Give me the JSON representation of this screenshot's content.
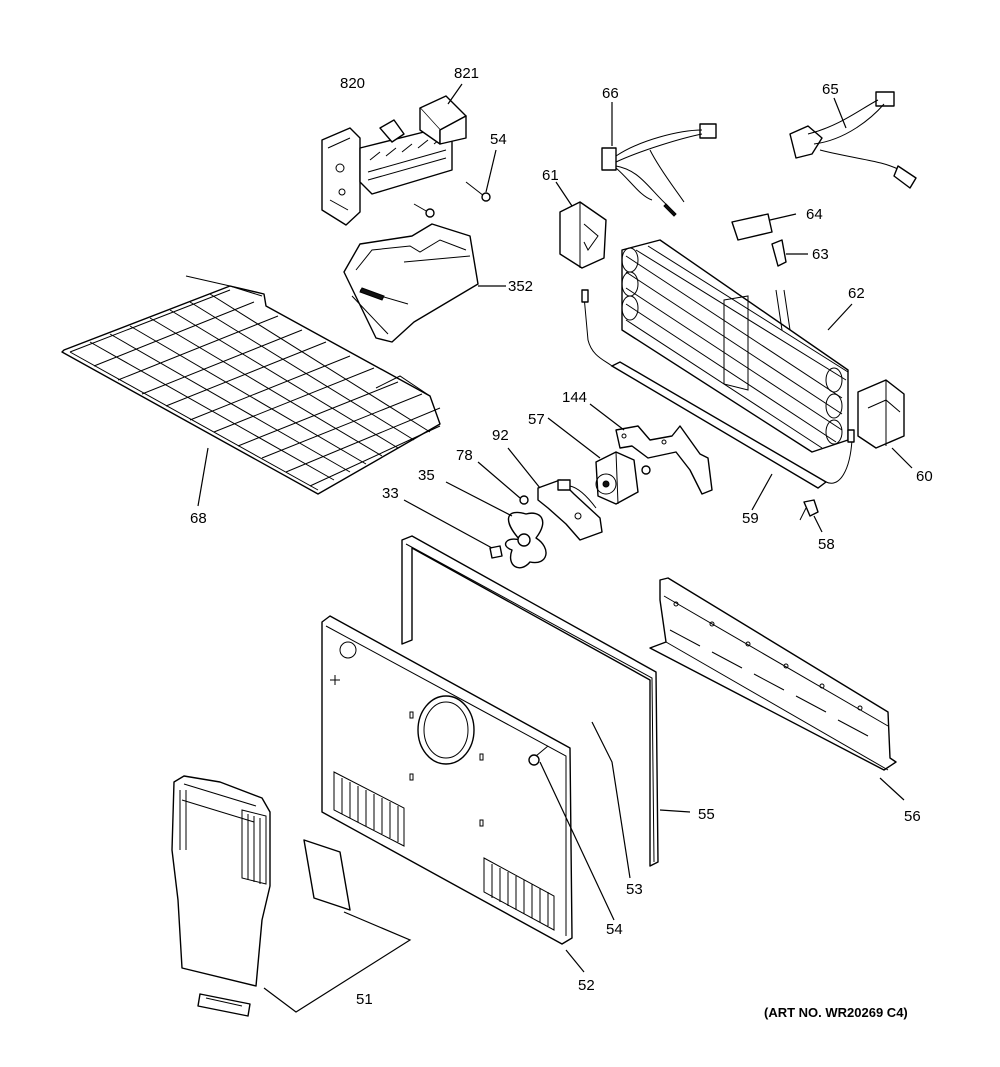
{
  "art_number": "(ART NO. WR20269 C4)",
  "callouts": {
    "c820": "820",
    "c821": "821",
    "c54a": "54",
    "c352": "352",
    "c66": "66",
    "c65": "65",
    "c61": "61",
    "c64": "64",
    "c63": "63",
    "c62": "62",
    "c60": "60",
    "c68": "68",
    "c144": "144",
    "c57": "57",
    "c92": "92",
    "c78": "78",
    "c35": "35",
    "c33": "33",
    "c59": "59",
    "c58": "58",
    "c55": "55",
    "c56": "56",
    "c53": "53",
    "c54b": "54",
    "c52": "52",
    "c51": "51"
  }
}
